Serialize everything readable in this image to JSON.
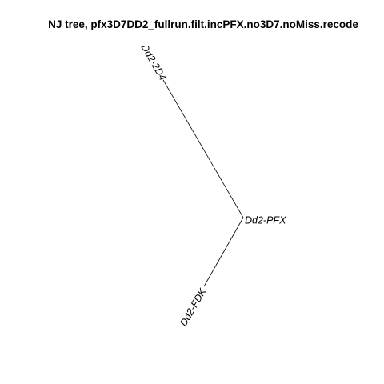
{
  "title": "NJ tree,  pfx3D7DD2_fullrun.filt.incPFX.no3D7.noMiss.recode",
  "tree": {
    "type": "unrooted-nj",
    "tips": [
      {
        "label": "Dd2-2D4"
      },
      {
        "label": "Dd2-PFX"
      },
      {
        "label": "Dd2-FDK"
      }
    ]
  }
}
